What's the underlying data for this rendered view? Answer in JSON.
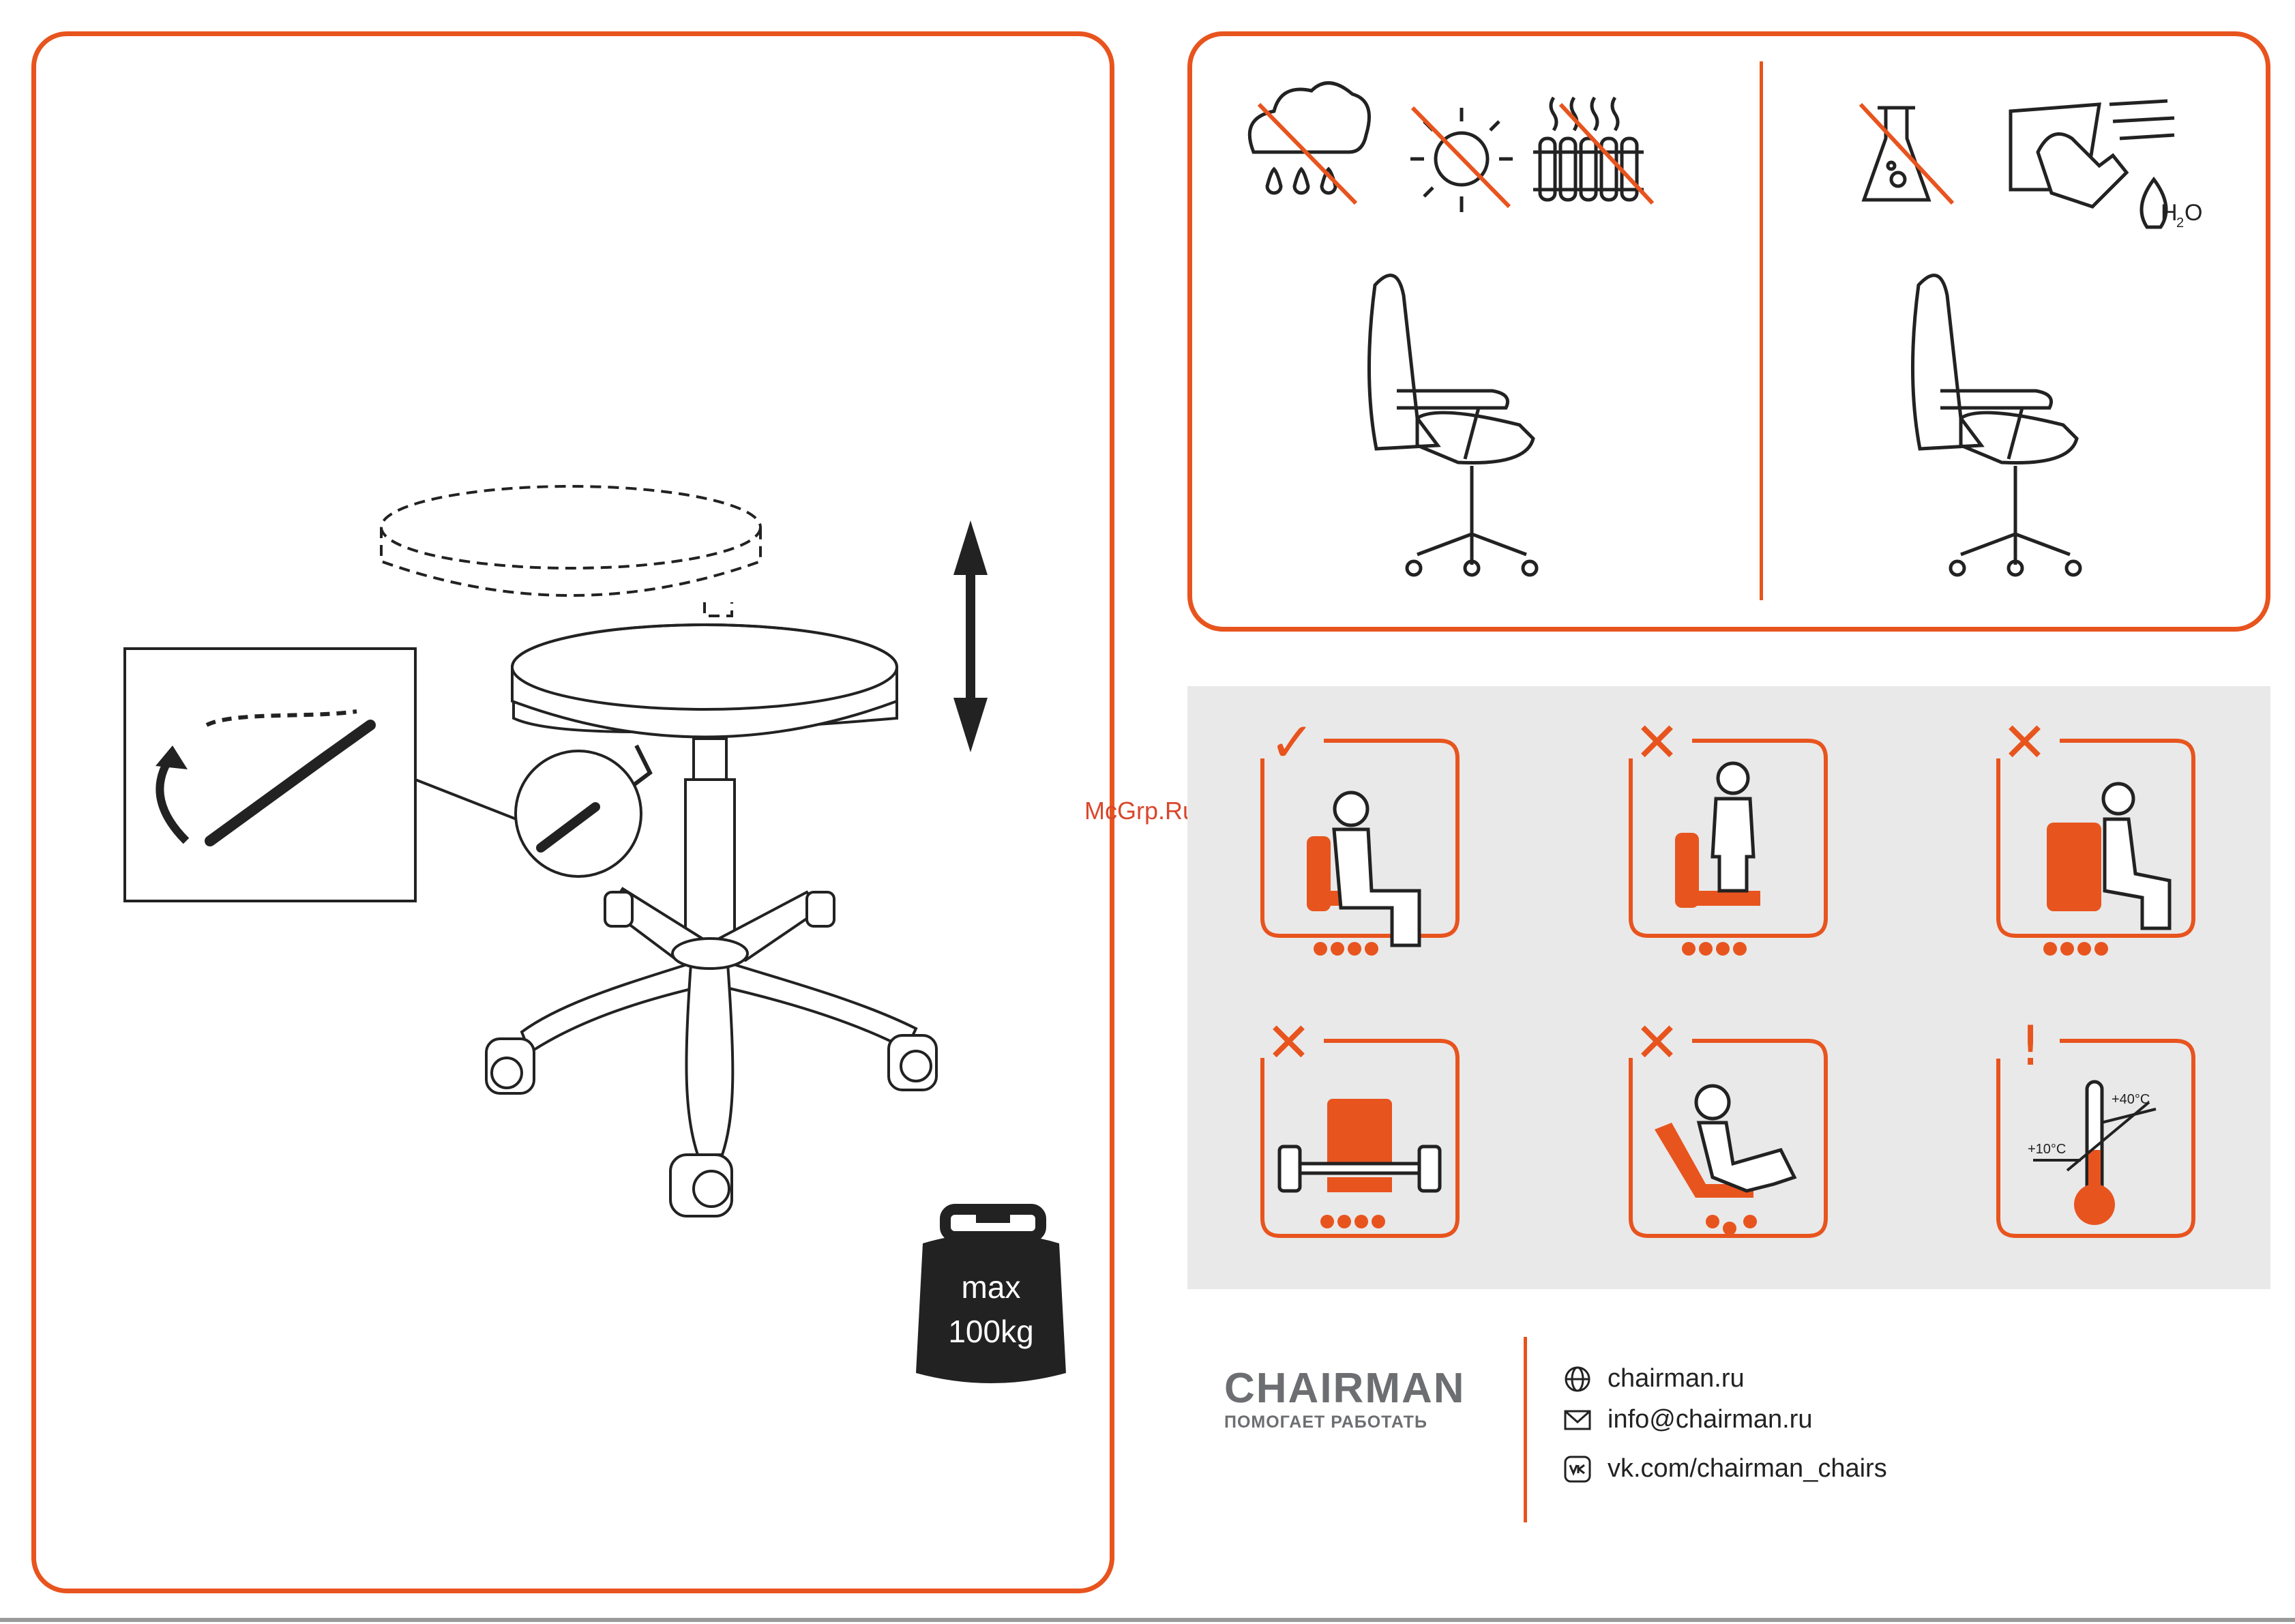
{
  "watermark": "McGrp.Ru",
  "weight": {
    "line1": "max",
    "line2": "100kg"
  },
  "temperature": {
    "min": "+10°C",
    "max": "+40°C"
  },
  "usage_marks": {
    "ok": "✓",
    "no": "✕",
    "attention": "!"
  },
  "brand": {
    "name": "CHAIRMAN",
    "tagline": "ПОМОГАЕТ РАБОТАТЬ"
  },
  "contacts": [
    {
      "icon": "globe-icon",
      "text": "chairman.ru"
    },
    {
      "icon": "mail-icon",
      "text": "info@chairman.ru"
    },
    {
      "icon": "vk-icon",
      "text": "vk.com/chairman_chairs"
    }
  ],
  "colors": {
    "accent": "#e8541e",
    "panel_gray": "#e9e9e9",
    "ink": "#222222"
  }
}
